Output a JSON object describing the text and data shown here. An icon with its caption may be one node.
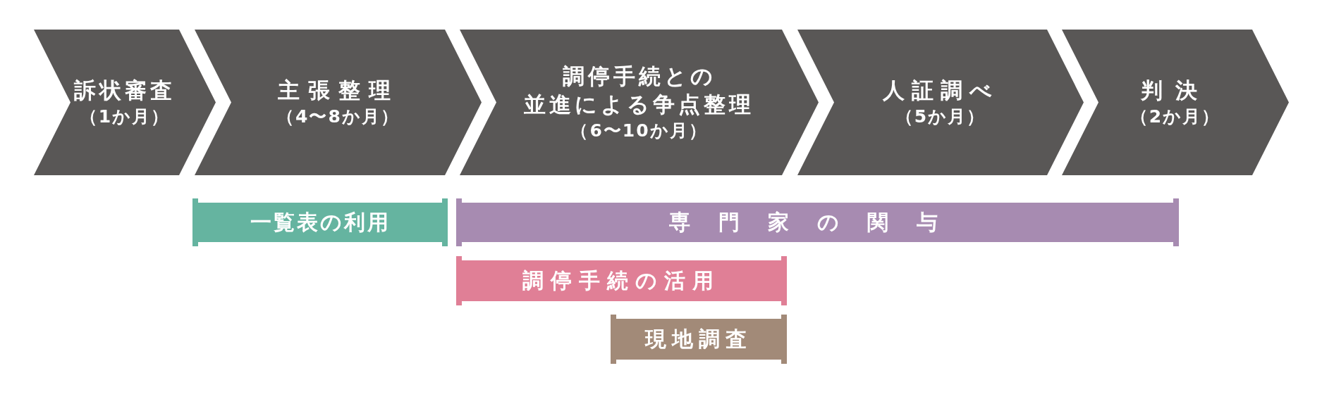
{
  "diagram": {
    "nodes": [
      {
        "text": [
          "訴状審査",
          "（1か月）"
        ]
      },
      {
        "text": [
          "主張整理",
          "（4〜8か月）"
        ]
      },
      {
        "text": [
          "調停手続との並進による争点整理",
          "（6〜10か月）"
        ]
      },
      {
        "text": [
          "人証調べ",
          "（5か月）"
        ]
      },
      {
        "text": [
          "判決",
          "（2か月）"
        ]
      },
      {
        "text": [
          "一覧表の利用"
        ]
      },
      {
        "text": [
          "専門家の関与"
        ]
      },
      {
        "text": [
          "調停手続の活用"
        ]
      },
      {
        "text": [
          "現地調査"
        ]
      }
    ],
    "edges": []
  }
}
